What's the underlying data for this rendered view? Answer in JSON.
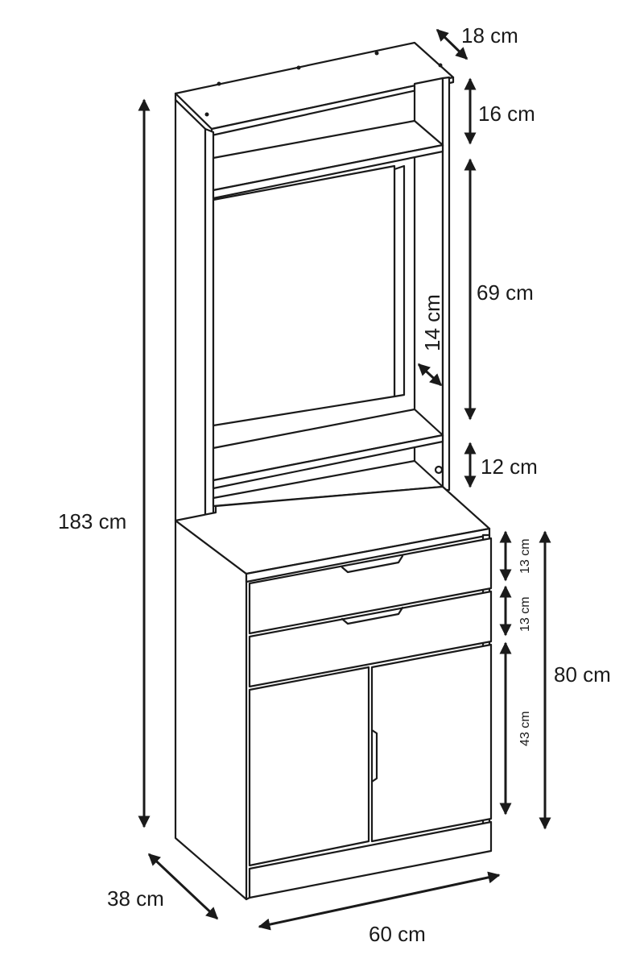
{
  "dimensions": {
    "depth_top": "18 cm",
    "top_shelf_height": "16 cm",
    "mirror_height": "69 cm",
    "mirror_depth": "14 cm",
    "lower_shelf_height": "12 cm",
    "total_height": "183 cm",
    "drawer_1_height": "13 cm",
    "drawer_2_height": "13 cm",
    "base_height": "80 cm",
    "doors_height": "43 cm",
    "depth_base": "38 cm",
    "width": "60 cm"
  }
}
